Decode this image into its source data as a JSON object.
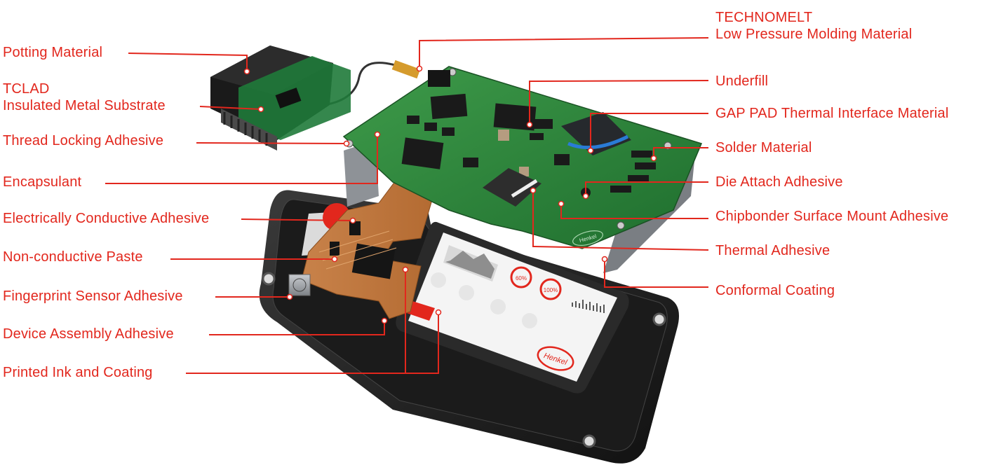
{
  "brand": {
    "accent_color": "#e2271d",
    "logo_text": "Henkel"
  },
  "left_labels": [
    {
      "id": "potting",
      "lines": [
        "Potting Material"
      ]
    },
    {
      "id": "tclad",
      "lines": [
        "TCLAD",
        "Insulated Metal Substrate"
      ]
    },
    {
      "id": "thread-locking",
      "lines": [
        "Thread Locking Adhesive"
      ]
    },
    {
      "id": "encapsulant",
      "lines": [
        "Encapsulant"
      ]
    },
    {
      "id": "conductive",
      "lines": [
        "Electrically Conductive Adhesive"
      ]
    },
    {
      "id": "nonconductive",
      "lines": [
        "Non-conductive Paste"
      ]
    },
    {
      "id": "fingerprint",
      "lines": [
        "Fingerprint Sensor Adhesive"
      ]
    },
    {
      "id": "device-assembly",
      "lines": [
        "Device Assembly Adhesive"
      ]
    },
    {
      "id": "printed-ink",
      "lines": [
        "Printed Ink and Coating"
      ]
    }
  ],
  "right_labels": [
    {
      "id": "technomelt",
      "lines": [
        "TECHNOMELT",
        "Low Pressure Molding Material"
      ]
    },
    {
      "id": "underfill",
      "lines": [
        "Underfill"
      ]
    },
    {
      "id": "gap-pad",
      "lines": [
        "GAP PAD Thermal Interface Material"
      ]
    },
    {
      "id": "solder",
      "lines": [
        "Solder Material"
      ]
    },
    {
      "id": "die-attach",
      "lines": [
        "Die Attach Adhesive"
      ]
    },
    {
      "id": "chipbonder",
      "lines": [
        "Chipbonder Surface Mount Adhesive"
      ]
    },
    {
      "id": "thermal-adhesive",
      "lines": [
        "Thermal Adhesive"
      ]
    },
    {
      "id": "conformal",
      "lines": [
        "Conformal Coating"
      ]
    }
  ],
  "screen": {
    "gauge_1": "60%",
    "gauge_2": "100%",
    "logo": "Henkel"
  },
  "pcb_logo": "Henkel"
}
